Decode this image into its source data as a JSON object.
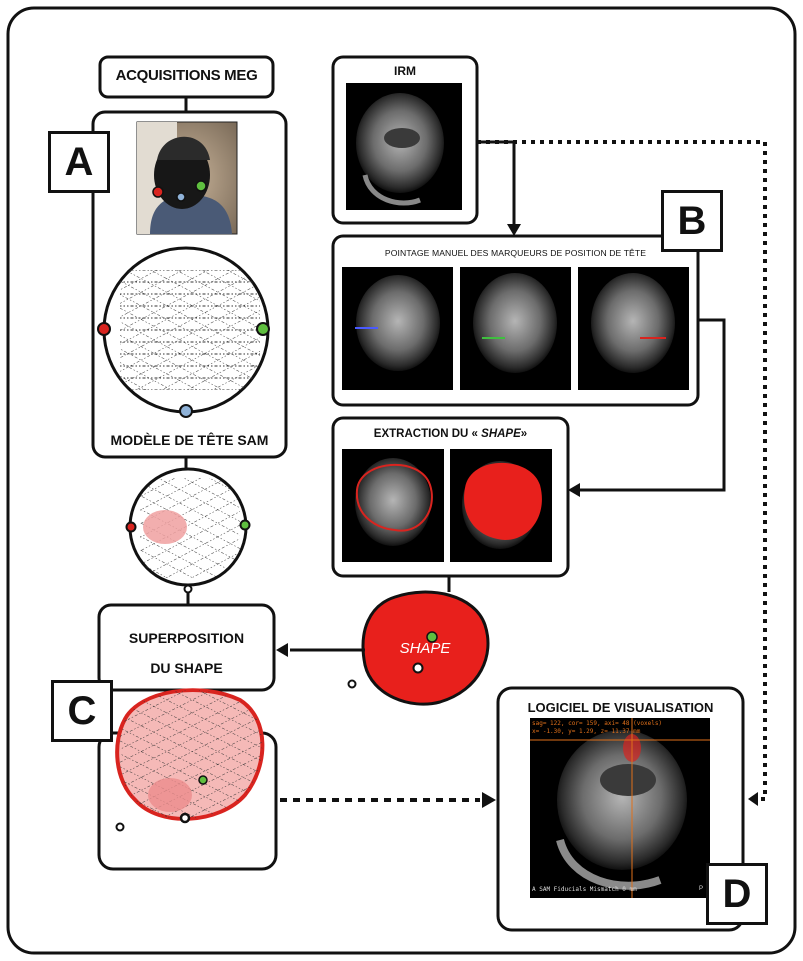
{
  "labels": {
    "acquisitions_meg": "ACQUISITIONS MEG",
    "irm": "IRM",
    "pointage": "POINTAGE MANUEL DES MARQUEURS DE POSITION DE TÊTE",
    "extraction_prefix": "EXTRACTION DU «",
    "extraction_shape": "SHAPE",
    "extraction_suffix": "»",
    "modele": "MODÈLE DE TÊTE SAM",
    "superposition_line1": "SUPERPOSITION",
    "superposition_line2": "DU SHAPE",
    "shape_blob": "SHAPE",
    "logiciel": "LOGICIEL DE VISUALISATION",
    "viewer_line1": "sag= 122, cor= 159, axi= 48 (voxels)",
    "viewer_line2": "x= -1.30, y= 1.29, z= 11.37 mm",
    "viewer_footer": "A SAM Fiducials Mismatch 0 mm",
    "viewer_corner": "P"
  },
  "letters": {
    "a": "A",
    "b": "B",
    "c": "C",
    "d": "D"
  },
  "colors": {
    "red_fiducial": "#d9241f",
    "green_fiducial": "#5fbf3f",
    "blue_fiducial": "#8fb2d8",
    "shape_red": "#e8201c",
    "crosshair": "#e0701a"
  }
}
